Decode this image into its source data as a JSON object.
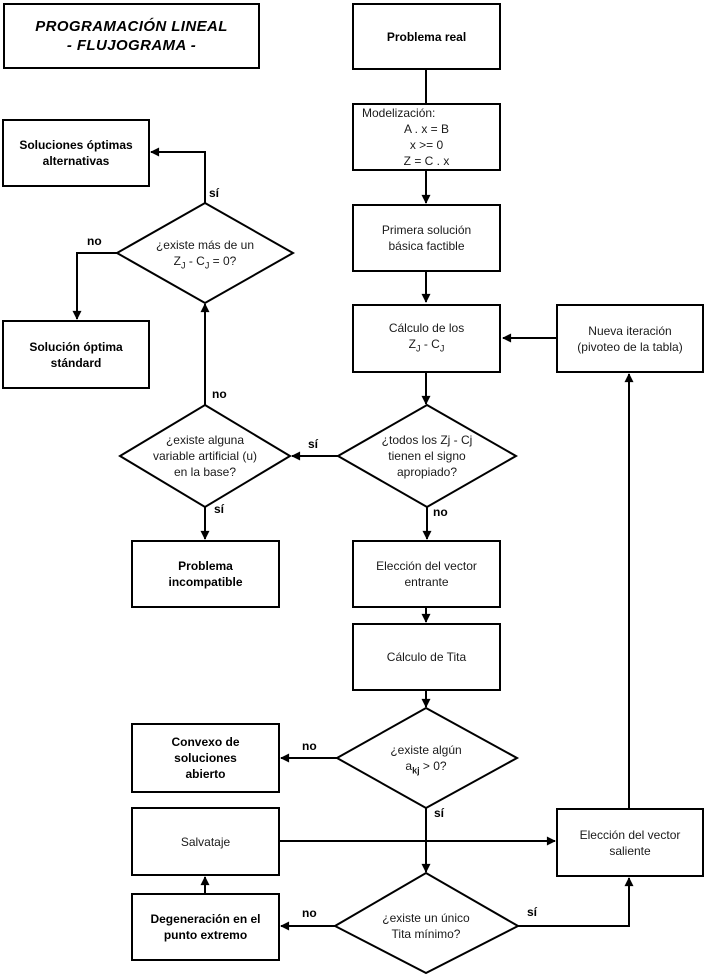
{
  "title": {
    "line1": "PROGRAMACIÓN LINEAL",
    "line2": "- FLUJOGRAMA -"
  },
  "labels": {
    "yes": "sí",
    "no": "no"
  },
  "boxes": {
    "problema_real": {
      "line1": "Problema real"
    },
    "modelizacion": {
      "header": "Modelización:",
      "eq1": "A . x = B",
      "eq2": "x >= 0",
      "eq3": "Z = C . x"
    },
    "primera_solucion": {
      "line1": "Primera solución",
      "line2": "básica factible"
    },
    "calculo_zjcj": {
      "line1": "Cálculo de los",
      "term1": "Z",
      "sub1": "J",
      "sep": " - ",
      "term2": "C",
      "sub2": "J"
    },
    "nueva_iteracion": {
      "line1": "Nueva iteración",
      "line2": "(pivoteo de la tabla)"
    },
    "soluciones_alternativas": {
      "line1": "Soluciones óptimas",
      "line2": "alternativas"
    },
    "solucion_standard": {
      "line1": "Solución óptima",
      "line2": "stándard"
    },
    "problema_incompatible": {
      "line1": "Problema",
      "line2": "incompatible"
    },
    "eleccion_entrante": {
      "line1": "Elección del vector",
      "line2": "entrante"
    },
    "calculo_tita": {
      "line1": "Cálculo de Tita"
    },
    "convexo": {
      "line1": "Convexo de",
      "line2": "soluciones",
      "line3": "abierto"
    },
    "salvataje": {
      "line1": "Salvataje"
    },
    "eleccion_saliente": {
      "line1": "Elección del vector",
      "line2": "saliente"
    },
    "degeneracion": {
      "line1": "Degeneración en el",
      "line2": "punto extremo"
    }
  },
  "decisions": {
    "mas_de_un_zjcj": {
      "line1": "¿existe más de un",
      "term1": "Z",
      "sub1": "J",
      "sep": " - ",
      "term2": "C",
      "sub2": "J",
      "tail": " = 0?"
    },
    "variable_artificial": {
      "line1": "¿existe alguna",
      "line2": "variable artificial (u)",
      "line3": "en la base?"
    },
    "signo_apropiado": {
      "line1": "¿todos los Zj - Cj",
      "line2": "tienen el signo",
      "line3": "apropiado?"
    },
    "akj_positivo": {
      "line1": "¿existe algún",
      "term1": "a",
      "sub1": "kj",
      "tail": " > 0?"
    },
    "tita_minimo": {
      "line1": "¿existe un único",
      "line2": "Tita mínimo?"
    }
  },
  "colors": {
    "line": "#000000",
    "text": "#1a1a1a",
    "background": "#ffffff"
  }
}
